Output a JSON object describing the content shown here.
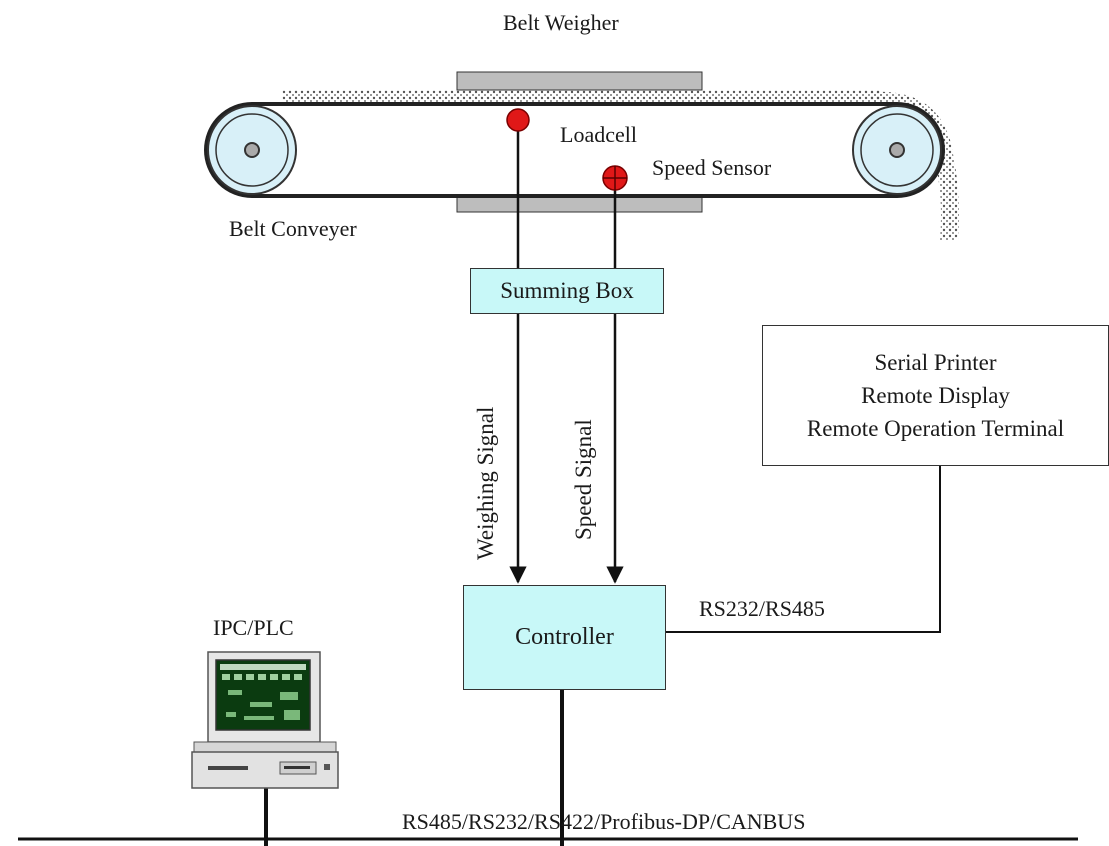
{
  "labels": {
    "belt_weigher": "Belt Weigher",
    "loadcell": "Loadcell",
    "speed_sensor": "Speed Sensor",
    "belt_conveyer": "Belt Conveyer",
    "summing_box": "Summing Box",
    "weighing_signal": "Weighing Signal",
    "speed_signal": "Speed Signal",
    "controller": "Controller",
    "rs232_rs485": "RS232/RS485",
    "ipc_plc": "IPC/PLC",
    "bus": "RS485/RS232/RS422/Profibus-DP/CANBUS"
  },
  "peripherals": [
    "Serial Printer",
    "Remote Display",
    "Remote Operation Terminal"
  ],
  "colors": {
    "box_fill": "#c8f8f8",
    "pulley_fill": "#d8f0f8",
    "sensor_red": "#e01818",
    "weigher_plate": "#bdbdbd"
  },
  "icons": {
    "computer": "ipc-plc-computer-icon"
  }
}
